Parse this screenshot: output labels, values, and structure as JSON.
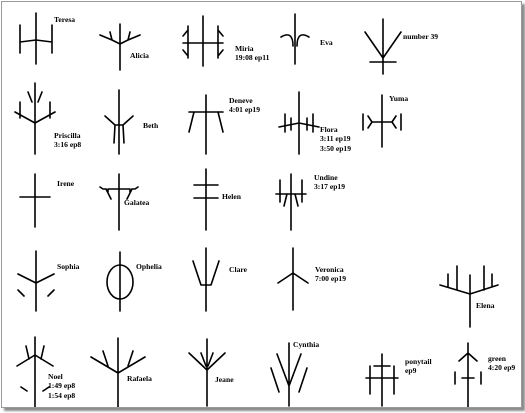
{
  "symbols": [
    {
      "name": "Teresa",
      "lines": [
        "Teresa"
      ]
    },
    {
      "name": "Alicia",
      "lines": [
        "Alicia"
      ]
    },
    {
      "name": "Miria",
      "lines": [
        "Miria",
        "19:08 ep11"
      ]
    },
    {
      "name": "Eva",
      "lines": [
        "Eva"
      ]
    },
    {
      "name": "number 39",
      "lines": [
        "number 39"
      ]
    },
    {
      "name": "Priscilla",
      "lines": [
        "Priscilla",
        "3:16 ep8"
      ]
    },
    {
      "name": "Beth",
      "lines": [
        "Beth"
      ]
    },
    {
      "name": "Deneve",
      "lines": [
        "Deneve",
        "4:01 ep19"
      ]
    },
    {
      "name": "Flora",
      "lines": [
        "Flora",
        "3:11 ep19",
        "3:50 ep19"
      ]
    },
    {
      "name": "Yuma",
      "lines": [
        "Yuma"
      ]
    },
    {
      "name": "Irene",
      "lines": [
        "Irene"
      ]
    },
    {
      "name": "Galatea",
      "lines": [
        "Galatea"
      ]
    },
    {
      "name": "Helen",
      "lines": [
        "Helen"
      ]
    },
    {
      "name": "Undine",
      "lines": [
        "Undine",
        "3:17 ep19"
      ]
    },
    {
      "name": "Sophia",
      "lines": [
        "Sophia"
      ]
    },
    {
      "name": "Ophelia",
      "lines": [
        "Ophelia"
      ]
    },
    {
      "name": "Clare",
      "lines": [
        "Clare"
      ]
    },
    {
      "name": "Veronica",
      "lines": [
        "Veronica",
        "7:00 ep19"
      ]
    },
    {
      "name": "Elena",
      "lines": [
        "Elena"
      ]
    },
    {
      "name": "Noel",
      "lines": [
        "Noel",
        "1:49 ep8",
        "1:54 ep8"
      ]
    },
    {
      "name": "Rafaela",
      "lines": [
        "Rafaela"
      ]
    },
    {
      "name": "Jeane",
      "lines": [
        "Jeane"
      ]
    },
    {
      "name": "Cynthia",
      "lines": [
        "Cynthia"
      ]
    },
    {
      "name": "ponytail",
      "lines": [
        "ponytail",
        "ep9"
      ]
    },
    {
      "name": "green",
      "lines": [
        "green",
        "4:20 ep9"
      ]
    }
  ]
}
